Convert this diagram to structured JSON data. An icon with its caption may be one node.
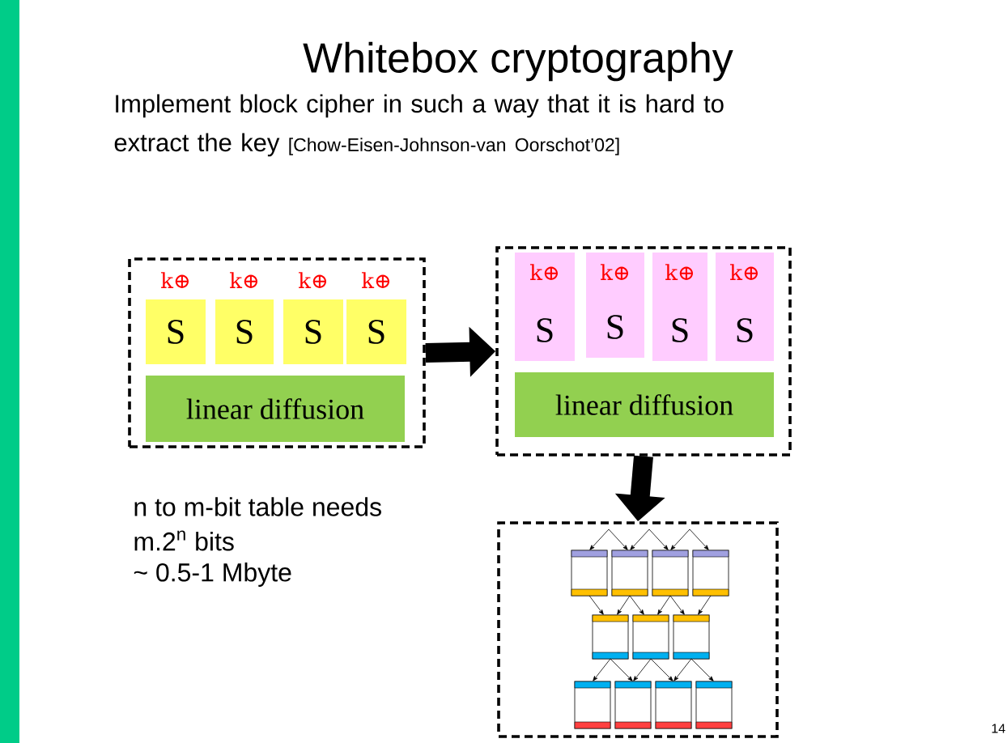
{
  "diagram": {
    "title": "Whitebox cryptography",
    "nodes": [
      {
        "text": [],
        "shape": "box"
      },
      {
        "text": [
          "k⊕",
          "S"
        ],
        "in": 0
      },
      {
        "text": [
          "k⊕",
          "S"
        ],
        "in": 0
      },
      {
        "text": [
          "k⊕",
          "S"
        ],
        "in": 0
      },
      {
        "text": [
          "k⊕",
          "S"
        ],
        "in": 0
      },
      {
        "text": [
          "linear diffusion"
        ],
        "in": 0
      },
      {
        "text": [],
        "shape": "box"
      },
      {
        "text": [
          "k⊕",
          "S"
        ],
        "in": 6
      },
      {
        "text": [
          "k⊕",
          "S"
        ],
        "in": 6
      },
      {
        "text": [
          "k⊕",
          "S"
        ],
        "in": 6
      },
      {
        "text": [
          "k⊕",
          "S"
        ],
        "in": 6
      },
      {
        "text": [
          "linear diffusion"
        ],
        "in": 6
      },
      {
        "text": [],
        "shape": "box"
      }
    ],
    "edges": [
      {
        "from": 0,
        "to": 6,
        "arrow": "to"
      },
      {
        "from": 6,
        "to": 12,
        "arrow": "to"
      }
    ],
    "labels": [
      "Implement block cipher in such a way that it is hard to extract the key",
      "[Chow-Eisen-Johnson-van Oorschot’02]",
      "n to m-bit table needs",
      "m.2$^{n}$ bits",
      "~ 0.5-1 Mbyte",
      "14"
    ]
  }
}
